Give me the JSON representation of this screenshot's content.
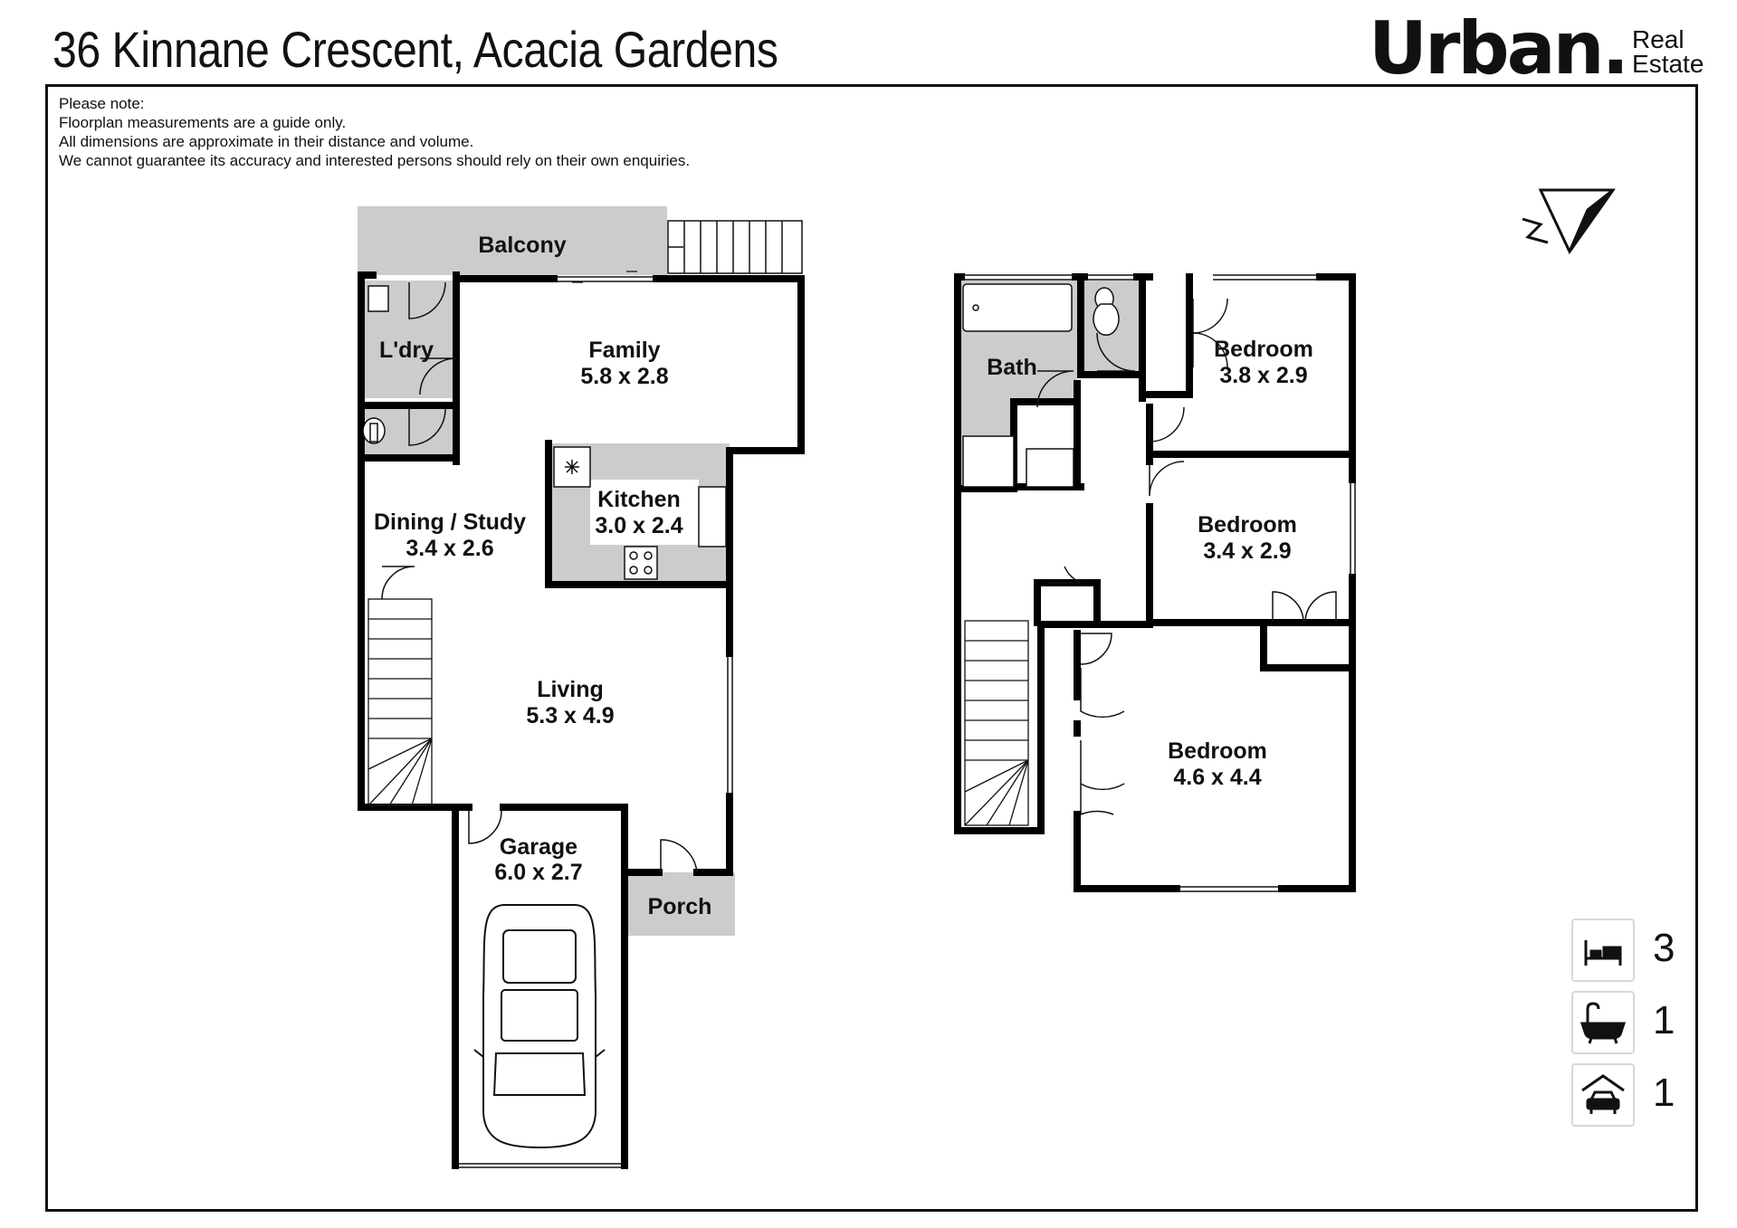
{
  "header": {
    "title": "36 Kinnane Crescent, Acacia Gardens",
    "logo_word": "Urban.",
    "logo_sub_1": "Real",
    "logo_sub_2": "Estate"
  },
  "note": {
    "heading": "Please note:",
    "line1": "Floorplan measurements are a guide only.",
    "line2": "All dimensions are approximate in their distance and volume.",
    "line3": "We cannot guarantee its accuracy and interested persons should rely on their own enquiries."
  },
  "ground_floor": {
    "balcony": "Balcony",
    "laundry": "L'dry",
    "family": "Family",
    "family_dim": "5.8 x 2.8",
    "kitchen": "Kitchen",
    "kitchen_dim": "3.0 x 2.4",
    "dining": "Dining / Study",
    "dining_dim": "3.4 x 2.6",
    "living": "Living",
    "living_dim": "5.3 x 4.9",
    "garage": "Garage",
    "garage_dim": "6.0 x 2.7",
    "porch": "Porch"
  },
  "first_floor": {
    "bath": "Bath",
    "bed1": "Bedroom",
    "bed1_dim": "3.8 x 2.9",
    "bed2": "Bedroom",
    "bed2_dim": "3.4 x 2.9",
    "bed3": "Bedroom",
    "bed3_dim": "4.6 x 4.4"
  },
  "features": {
    "bedrooms": "3",
    "bathrooms": "1",
    "car_spaces": "1",
    "bed_icon": "bed-icon",
    "bath_icon": "bathtub-icon",
    "car_icon": "garage-car-icon"
  },
  "compass": {
    "icon": "north-arrow-icon",
    "label": "N"
  },
  "colors": {
    "wall": "#000000",
    "wet_area": "#cccccc",
    "background": "#ffffff"
  }
}
